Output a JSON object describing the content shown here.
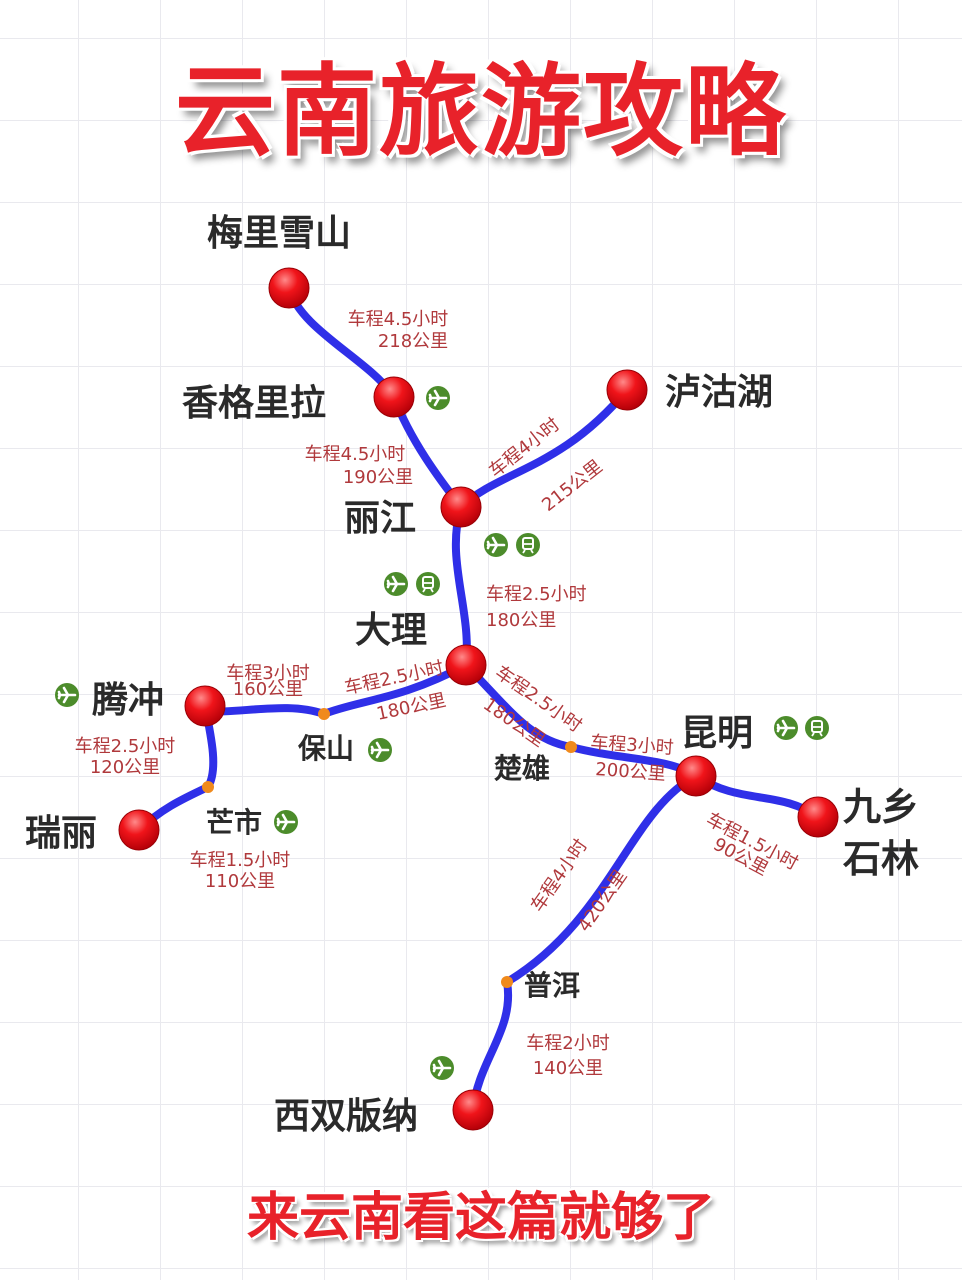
{
  "title": "云南旅游攻略",
  "footer": "来云南看这篇就够了",
  "colors": {
    "route": "#2f2fe8",
    "node": "#e8141a",
    "minor_node": "#f08a1c",
    "icon": "#4c8c2b",
    "info_text": "#b0393c",
    "title": "#e8222a"
  },
  "cities": {
    "meili": "梅里雪山",
    "shangri_la": "香格里拉",
    "lugu": "泸沽湖",
    "lijiang": "丽江",
    "dali": "大理",
    "tengchong": "腾冲",
    "baoshan": "保山",
    "ruili": "瑞丽",
    "mangshi": "芒市",
    "chuxiong": "楚雄",
    "kunming": "昆明",
    "shilin_1": "九乡",
    "shilin_2": "石林",
    "puer": "普洱",
    "banna": "西双版纳"
  },
  "routes": {
    "meili_shangri": {
      "time": "车程4.5小时",
      "dist": "218公里"
    },
    "shangri_lijiang": {
      "time": "车程4.5小时",
      "dist": "190公里"
    },
    "lijiang_lugu": {
      "time": "车程4小时",
      "dist": "215公里"
    },
    "lijiang_dali": {
      "time": "车程2.5小时",
      "dist": "180公里"
    },
    "tengchong_baoshan": {
      "time": "车程3小时",
      "dist": "160公里"
    },
    "baoshan_dali": {
      "time": "车程2.5小时",
      "dist": "180公里"
    },
    "tengchong_mangshi": {
      "time": "车程2.5小时",
      "dist": "120公里"
    },
    "mangshi_ruili": {
      "time": "车程1.5小时",
      "dist": "110公里"
    },
    "dali_chuxiong": {
      "time": "车程2.5小时",
      "dist": "180公里"
    },
    "chuxiong_kunming": {
      "time": "车程3小时",
      "dist": "200公里"
    },
    "kunming_shilin": {
      "time": "车程1.5小时",
      "dist": "90公里"
    },
    "kunming_puer": {
      "time": "车程4小时",
      "dist": "420公里"
    },
    "puer_banna": {
      "time": "车程2小时",
      "dist": "140公里"
    }
  },
  "icons": {
    "airport": "plane-icon",
    "railway": "train-icon"
  }
}
